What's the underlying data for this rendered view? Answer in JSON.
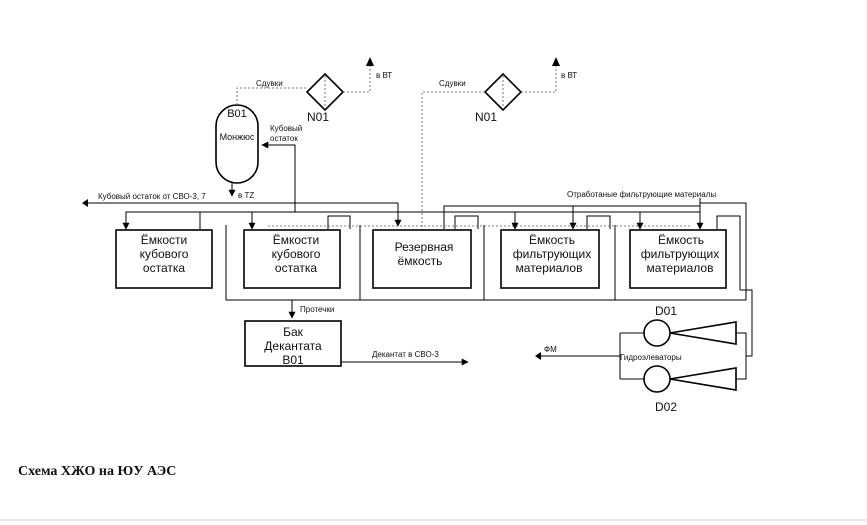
{
  "caption": "Схема ХЖО на ЮУ АЭС",
  "monjus": {
    "tag": "B01",
    "name": "Монжюс",
    "outlet": "в TZ"
  },
  "filters": [
    {
      "tag": "N01",
      "vent_label": "Сдувки",
      "vent_target": "в ВТ"
    },
    {
      "tag": "N01",
      "vent_label": "Сдувки",
      "vent_target": "в ВТ"
    }
  ],
  "labels": {
    "bottoms_return_1": "Кубовый",
    "bottoms_return_2": "остаток",
    "bottoms_from": "Кубовый остаток от СВО-3, 7",
    "spent_filter": "Отработаные фильтрующие материалы",
    "leaks": "Протечки",
    "decantate": "Декантат в СВО-3",
    "fm": "ФМ"
  },
  "tanks": [
    {
      "lines": [
        "Ёмкости",
        "кубового",
        "остатка"
      ]
    },
    {
      "lines": [
        "Ёмкости",
        "кубового",
        "остатка"
      ]
    },
    {
      "lines": [
        "Резервная",
        "ёмкость"
      ]
    },
    {
      "lines": [
        "Ёмкость",
        "фильтрующих",
        "материалов"
      ]
    },
    {
      "lines": [
        "Ёмкость",
        "фильтрующих",
        "материалов"
      ]
    }
  ],
  "decant_tank": {
    "lines": [
      "Бак",
      "Декантата",
      "B01"
    ]
  },
  "ejectors": {
    "label": "Гидроэлеваторы",
    "tag_top": "D01",
    "tag_bottom": "D02"
  }
}
